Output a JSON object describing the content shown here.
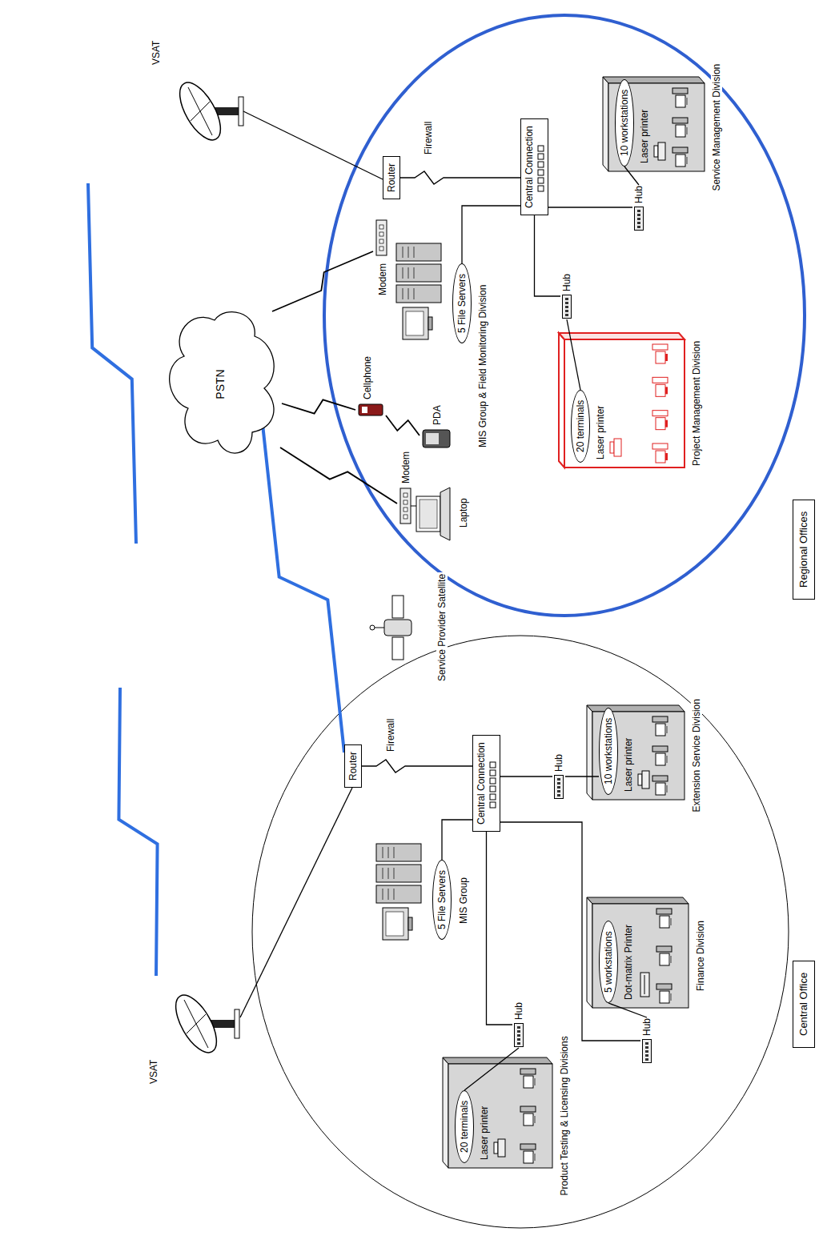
{
  "diagram": {
    "nodes": [
      {
        "text": [
          "Router"
        ]
      },
      {
        "text": [
          "PSTN"
        ]
      },
      {
        "text": [
          "5 File Servers"
        ]
      },
      {
        "text": [
          "Central Connection"
        ]
      },
      {
        "text": [
          "Hub"
        ]
      },
      {
        "text": [
          "20 terminals"
        ]
      },
      {
        "text": [
          "Hub"
        ]
      },
      {
        "text": [
          "10 workstations"
        ]
      },
      {
        "text": [
          "Regional Offices"
        ]
      },
      {
        "text": [
          "Router"
        ]
      },
      {
        "text": [
          "5 File Servers"
        ]
      },
      {
        "text": [
          "Central Connection"
        ]
      },
      {
        "text": [
          "Hub"
        ]
      },
      {
        "text": [
          "10 workstations"
        ]
      },
      {
        "text": [
          "Hub"
        ]
      },
      {
        "text": [
          "5 workstations"
        ]
      },
      {
        "text": [
          "Hub"
        ]
      },
      {
        "text": [
          "20 terminals"
        ]
      },
      {
        "text": [
          "Central Office"
        ]
      }
    ],
    "edges": [
      {
        "from": 0,
        "to": 3,
        "arrow": "none"
      },
      {
        "from": 3,
        "to": 2,
        "arrow": "none"
      },
      {
        "from": 3,
        "to": 4,
        "arrow": "none"
      },
      {
        "from": 4,
        "to": 5,
        "arrow": "none"
      },
      {
        "from": 3,
        "to": 6,
        "arrow": "none"
      },
      {
        "from": 6,
        "to": 7,
        "arrow": "none"
      },
      {
        "from": 1,
        "to": 9,
        "arrow": "none"
      },
      {
        "from": 9,
        "to": 11,
        "arrow": "none"
      },
      {
        "from": 11,
        "to": 10,
        "arrow": "none"
      },
      {
        "from": 11,
        "to": 12,
        "arrow": "none"
      },
      {
        "from": 12,
        "to": 13,
        "arrow": "none"
      },
      {
        "from": 11,
        "to": 14,
        "arrow": "none"
      },
      {
        "from": 14,
        "to": 15,
        "arrow": "none"
      },
      {
        "from": 11,
        "to": 16,
        "arrow": "none"
      },
      {
        "from": 16,
        "to": 17,
        "arrow": "none"
      }
    ],
    "labels": [
      "VSAT",
      "Service Provider Satellite",
      "VSAT",
      "Firewall",
      "Modem",
      "Cellphone",
      "PDA",
      "Modem",
      "Laptop",
      "MIS Group & Field Monitoring Division",
      "Laser printer",
      "Service Management Division",
      "Laser printer",
      "Project Management Division",
      "Firewall",
      "MIS Group",
      "Laser printer",
      "Extension Service Division",
      "Dot-matrix Printer",
      "Finance Division",
      "Laser printer",
      "Product Testing & Licensing Divisions"
    ]
  }
}
